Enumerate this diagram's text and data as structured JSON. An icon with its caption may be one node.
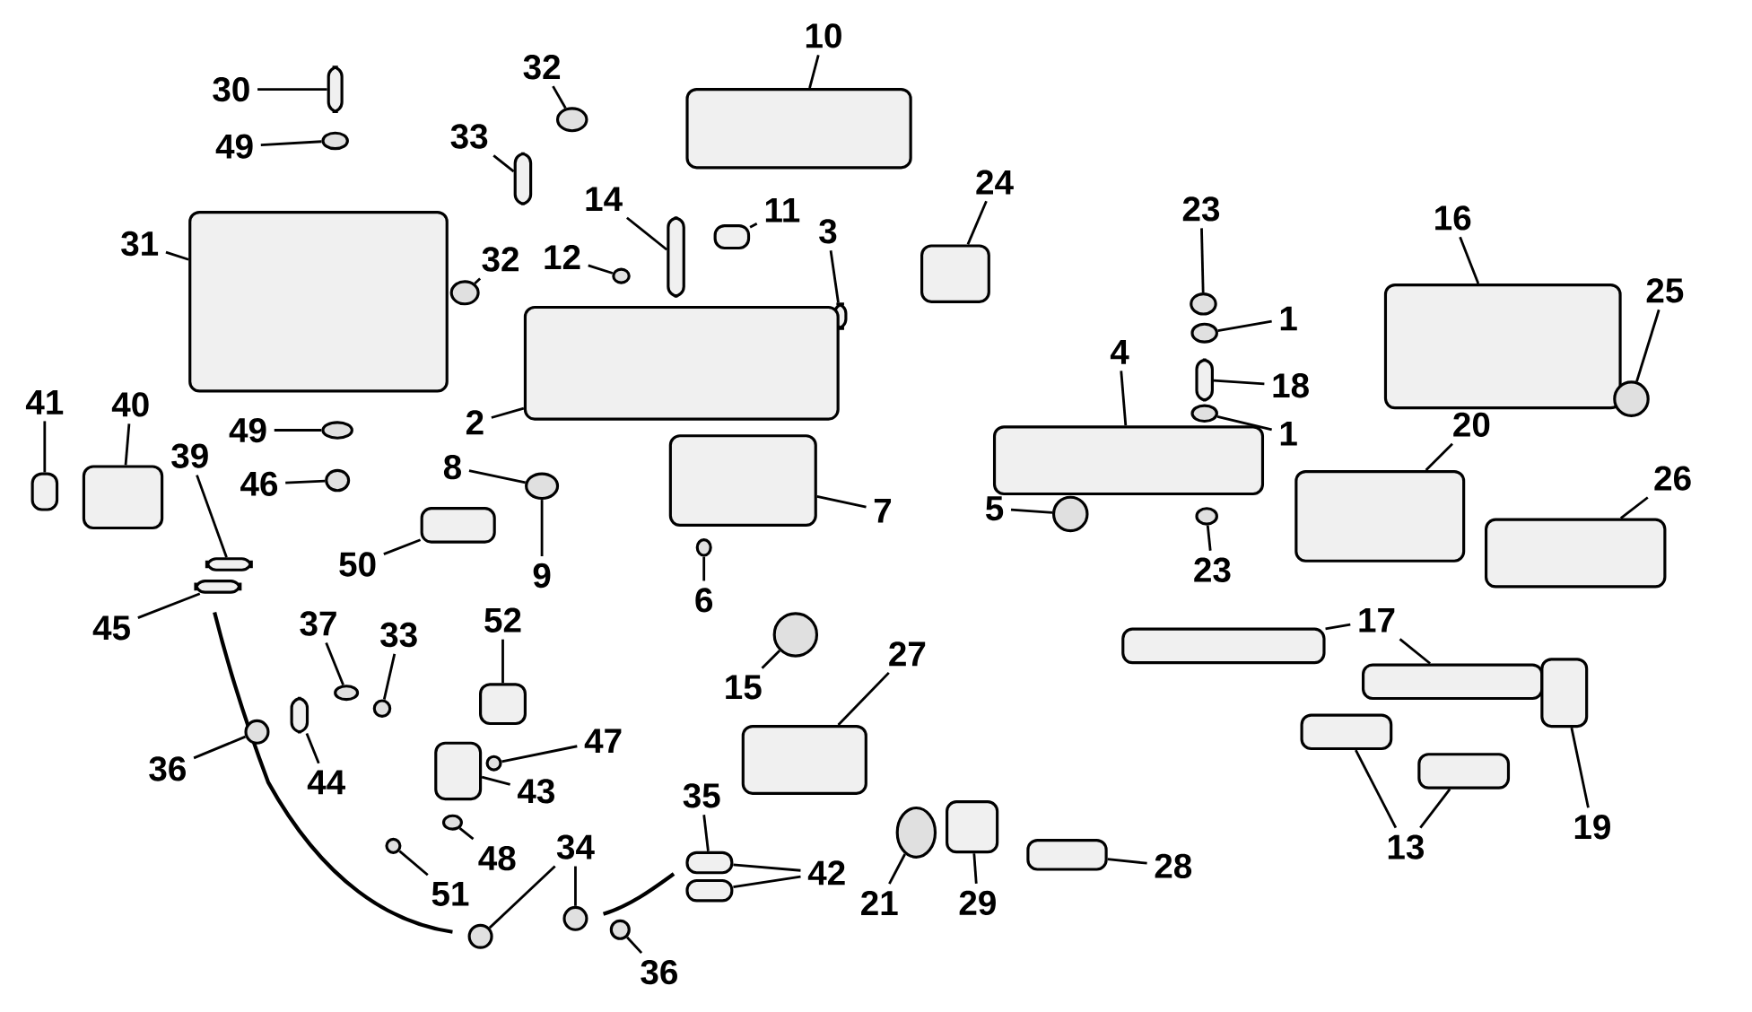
{
  "diagram": {
    "nodes": [
      {
        "text": [
          "30"
        ]
      },
      {
        "text": [],
        "shape": "box"
      },
      {
        "text": [
          "49"
        ]
      },
      {
        "text": [],
        "shape": "circle"
      },
      {
        "text": [
          "32"
        ]
      },
      {
        "text": [],
        "shape": "circle"
      },
      {
        "text": [
          "33"
        ]
      },
      {
        "text": [],
        "shape": "box"
      },
      {
        "text": [
          "31"
        ]
      },
      {
        "text": [],
        "shape": "box"
      },
      {
        "text": [
          "32"
        ]
      },
      {
        "text": [],
        "shape": "circle"
      },
      {
        "text": [
          "10"
        ]
      },
      {
        "text": [],
        "shape": "box"
      },
      {
        "text": [
          "14"
        ]
      },
      {
        "text": [],
        "shape": "box"
      },
      {
        "text": [
          "11"
        ]
      },
      {
        "text": [],
        "shape": "box"
      },
      {
        "text": [
          "12"
        ]
      },
      {
        "text": [],
        "shape": "circle"
      },
      {
        "text": [
          "3"
        ]
      },
      {
        "text": [],
        "shape": "box"
      },
      {
        "text": [
          "24"
        ]
      },
      {
        "text": [],
        "shape": "box"
      },
      {
        "text": [
          "2"
        ]
      },
      {
        "text": [],
        "shape": "box"
      },
      {
        "text": [
          "8"
        ]
      },
      {
        "text": [],
        "shape": "circle"
      },
      {
        "text": [
          "9"
        ]
      },
      {
        "text": [
          "7"
        ]
      },
      {
        "text": [],
        "shape": "box"
      },
      {
        "text": [
          "6"
        ]
      },
      {
        "text": [],
        "shape": "circle"
      },
      {
        "text": [
          "41"
        ]
      },
      {
        "text": [],
        "shape": "box"
      },
      {
        "text": [
          "40"
        ]
      },
      {
        "text": [],
        "shape": "box"
      },
      {
        "text": [
          "39"
        ]
      },
      {
        "text": [],
        "shape": "box"
      },
      {
        "text": [
          "49"
        ]
      },
      {
        "text": [],
        "shape": "circle"
      },
      {
        "text": [
          "46"
        ]
      },
      {
        "text": [],
        "shape": "circle"
      },
      {
        "text": [
          "50"
        ]
      },
      {
        "text": [],
        "shape": "box"
      },
      {
        "text": [
          "45"
        ]
      },
      {
        "text": [],
        "shape": "box"
      },
      {
        "text": [
          "37"
        ]
      },
      {
        "text": [],
        "shape": "circle"
      },
      {
        "text": [
          "33"
        ]
      },
      {
        "text": [],
        "shape": "circle"
      },
      {
        "text": [
          "52"
        ]
      },
      {
        "text": [],
        "shape": "box"
      },
      {
        "text": [
          "15"
        ]
      },
      {
        "text": [],
        "shape": "circle"
      },
      {
        "text": [
          "27"
        ]
      },
      {
        "text": [],
        "shape": "box"
      },
      {
        "text": [
          "36"
        ]
      },
      {
        "text": [],
        "shape": "circle"
      },
      {
        "text": [
          "44"
        ]
      },
      {
        "text": [],
        "shape": "box"
      },
      {
        "text": [
          "47"
        ]
      },
      {
        "text": [],
        "shape": "circle"
      },
      {
        "text": [
          "43"
        ]
      },
      {
        "text": [],
        "shape": "box"
      },
      {
        "text": [
          "48"
        ]
      },
      {
        "text": [],
        "shape": "circle"
      },
      {
        "text": [
          "51"
        ]
      },
      {
        "text": [],
        "shape": "circle"
      },
      {
        "text": [
          "35"
        ]
      },
      {
        "text": [],
        "shape": "box"
      },
      {
        "text": [
          "34"
        ]
      },
      {
        "text": [],
        "shape": "circle"
      },
      {
        "text": [],
        "shape": "circle"
      },
      {
        "text": [
          "42"
        ]
      },
      {
        "text": [],
        "shape": "box"
      },
      {
        "text": [
          "36"
        ]
      },
      {
        "text": [],
        "shape": "circle"
      },
      {
        "text": [
          "21"
        ]
      },
      {
        "text": [],
        "shape": "circle"
      },
      {
        "text": [
          "29"
        ]
      },
      {
        "text": [],
        "shape": "box"
      },
      {
        "text": [
          "28"
        ]
      },
      {
        "text": [],
        "shape": "box"
      },
      {
        "text": [
          "4"
        ]
      },
      {
        "text": [],
        "shape": "box"
      },
      {
        "text": [
          "5"
        ]
      },
      {
        "text": [],
        "shape": "circle"
      },
      {
        "text": [
          "23"
        ]
      },
      {
        "text": [],
        "shape": "circle"
      },
      {
        "text": [
          "1"
        ]
      },
      {
        "text": [],
        "shape": "circle"
      },
      {
        "text": [
          "18"
        ]
      },
      {
        "text": [],
        "shape": "box"
      },
      {
        "text": [
          "1"
        ]
      },
      {
        "text": [],
        "shape": "circle"
      },
      {
        "text": [
          "23"
        ]
      },
      {
        "text": [],
        "shape": "circle"
      },
      {
        "text": [
          "16"
        ]
      },
      {
        "text": [],
        "shape": "box"
      },
      {
        "text": [
          "25"
        ]
      },
      {
        "text": [],
        "shape": "circle"
      },
      {
        "text": [
          "20"
        ]
      },
      {
        "text": [],
        "shape": "box"
      },
      {
        "text": [
          "26"
        ]
      },
      {
        "text": [],
        "shape": "box"
      },
      {
        "text": [
          "17"
        ]
      },
      {
        "text": [],
        "shape": "box"
      },
      {
        "text": [],
        "shape": "box"
      },
      {
        "text": [
          "19"
        ]
      },
      {
        "text": [],
        "shape": "box"
      },
      {
        "text": [
          "13"
        ]
      },
      {
        "text": [],
        "shape": "box"
      },
      {
        "text": [],
        "shape": "box"
      }
    ],
    "edges": [
      {
        "from": 0,
        "to": 1,
        "arrow": "none"
      },
      {
        "from": 2,
        "to": 3,
        "arrow": "none"
      },
      {
        "from": 4,
        "to": 5,
        "arrow": "none"
      },
      {
        "from": 6,
        "to": 7,
        "arrow": "none"
      },
      {
        "from": 8,
        "to": 9,
        "arrow": "none"
      },
      {
        "from": 10,
        "to": 11,
        "arrow": "none"
      },
      {
        "from": 12,
        "to": 13,
        "arrow": "none"
      },
      {
        "from": 14,
        "to": 15,
        "arrow": "none"
      },
      {
        "from": 16,
        "to": 17,
        "arrow": "none"
      },
      {
        "from": 18,
        "to": 19,
        "arrow": "none"
      },
      {
        "from": 20,
        "to": 21,
        "arrow": "none"
      },
      {
        "from": 22,
        "to": 23,
        "arrow": "none"
      },
      {
        "from": 24,
        "to": 25,
        "arrow": "none"
      },
      {
        "from": 26,
        "to": 27,
        "arrow": "none"
      },
      {
        "from": 28,
        "to": 27,
        "arrow": "none"
      },
      {
        "from": 29,
        "to": 30,
        "arrow": "none"
      },
      {
        "from": 31,
        "to": 32,
        "arrow": "none"
      },
      {
        "from": 33,
        "to": 34,
        "arrow": "none"
      },
      {
        "from": 35,
        "to": 36,
        "arrow": "none"
      },
      {
        "from": 37,
        "to": 38,
        "arrow": "none"
      },
      {
        "from": 39,
        "to": 40,
        "arrow": "none"
      },
      {
        "from": 41,
        "to": 42,
        "arrow": "none"
      },
      {
        "from": 43,
        "to": 44,
        "arrow": "none"
      },
      {
        "from": 45,
        "to": 46,
        "arrow": "none"
      },
      {
        "from": 47,
        "to": 48,
        "arrow": "none"
      },
      {
        "from": 49,
        "to": 50,
        "arrow": "none"
      },
      {
        "from": 51,
        "to": 52,
        "arrow": "none"
      },
      {
        "from": 53,
        "to": 54,
        "arrow": "none"
      },
      {
        "from": 55,
        "to": 56,
        "arrow": "none"
      },
      {
        "from": 57,
        "to": 58,
        "arrow": "none"
      },
      {
        "from": 59,
        "to": 60,
        "arrow": "none"
      },
      {
        "from": 61,
        "to": 62,
        "arrow": "none"
      },
      {
        "from": 63,
        "to": 64,
        "arrow": "none"
      },
      {
        "from": 65,
        "to": 66,
        "arrow": "none"
      },
      {
        "from": 67,
        "to": 68,
        "arrow": "none"
      },
      {
        "from": 69,
        "to": 70,
        "arrow": "none"
      },
      {
        "from": 71,
        "to": 72,
        "arrow": "none"
      },
      {
        "from": 71,
        "to": 73,
        "arrow": "none"
      },
      {
        "from": 74,
        "to": 70,
        "arrow": "none"
      },
      {
        "from": 74,
        "to": 75,
        "arrow": "none"
      },
      {
        "from": 76,
        "to": 77,
        "arrow": "none"
      },
      {
        "from": 78,
        "to": 79,
        "arrow": "none"
      },
      {
        "from": 80,
        "to": 81,
        "arrow": "none"
      },
      {
        "from": 82,
        "to": 83,
        "arrow": "none"
      },
      {
        "from": 84,
        "to": 85,
        "arrow": "none"
      },
      {
        "from": 86,
        "to": 87,
        "arrow": "none"
      },
      {
        "from": 88,
        "to": 89,
        "arrow": "none"
      },
      {
        "from": 90,
        "to": 91,
        "arrow": "none"
      },
      {
        "from": 92,
        "to": 93,
        "arrow": "none"
      },
      {
        "from": 94,
        "to": 95,
        "arrow": "none"
      },
      {
        "from": 96,
        "to": 97,
        "arrow": "none"
      },
      {
        "from": 98,
        "to": 99,
        "arrow": "none"
      },
      {
        "from": 100,
        "to": 101,
        "arrow": "none"
      },
      {
        "from": 102,
        "to": 103,
        "arrow": "none"
      },
      {
        "from": 104,
        "to": 105,
        "arrow": "none"
      },
      {
        "from": 106,
        "to": 107,
        "arrow": "none"
      },
      {
        "from": 106,
        "to": 108,
        "arrow": "none"
      },
      {
        "from": 109,
        "to": 110,
        "arrow": "none"
      },
      {
        "from": 111,
        "to": 112,
        "arrow": "none"
      },
      {
        "from": 111,
        "to": 113,
        "arrow": "none"
      }
    ]
  }
}
